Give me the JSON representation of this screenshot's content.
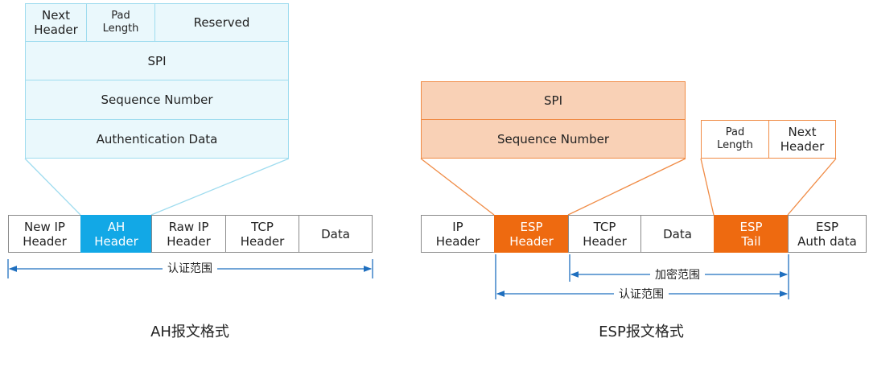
{
  "ah": {
    "header_fields": {
      "next_header": "Next\nHeader",
      "pad_length": "Pad\nLength",
      "reserved": "Reserved",
      "spi": "SPI",
      "sequence_number": "Sequence Number",
      "authentication_data": "Authentication Data"
    },
    "packet": [
      {
        "label": "New IP\nHeader",
        "highlight": false
      },
      {
        "label": "AH\nHeader",
        "highlight": true
      },
      {
        "label": "Raw IP\nHeader",
        "highlight": false
      },
      {
        "label": "TCP\nHeader",
        "highlight": false
      },
      {
        "label": "Data",
        "highlight": false
      }
    ],
    "auth_range_label": "认证范围",
    "caption": "AH报文格式"
  },
  "esp": {
    "header_fields": {
      "spi": "SPI",
      "sequence_number": "Sequence Number"
    },
    "tail_fields": {
      "pad_length": "Pad\nLength",
      "next_header": "Next\nHeader"
    },
    "packet": [
      {
        "label": "IP\nHeader",
        "highlight": false
      },
      {
        "label": "ESP\nHeader",
        "highlight": true
      },
      {
        "label": "TCP\nHeader",
        "highlight": false
      },
      {
        "label": "Data",
        "highlight": false
      },
      {
        "label": "ESP\nTail",
        "highlight": true
      },
      {
        "label": "ESP\nAuth data",
        "highlight": false
      }
    ],
    "encrypt_range_label": "加密范围",
    "auth_range_label": "认证范围",
    "caption": "ESP报文格式"
  },
  "colors": {
    "ah_accent": "#12a8e6",
    "ah_field_fill": "#eaf8fc",
    "ah_field_border": "#9fdcef",
    "esp_accent": "#ee6a10",
    "esp_field_fill": "#f9d1b6",
    "esp_field_border": "#f08b45",
    "range_arrow": "#1f6fbf"
  }
}
